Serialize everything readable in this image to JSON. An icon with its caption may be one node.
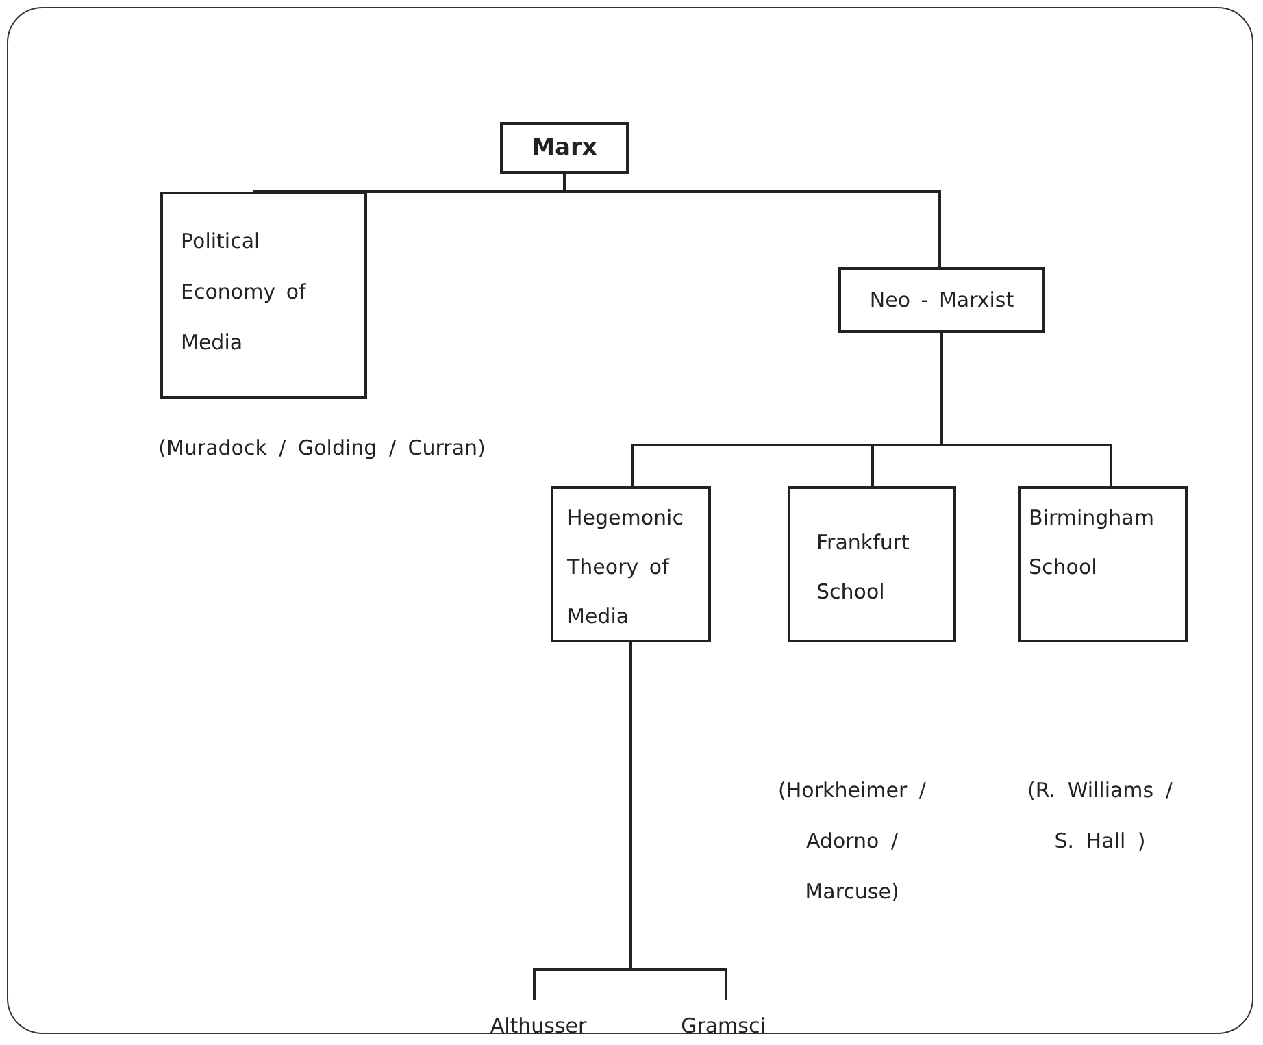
{
  "diagram": {
    "nodes": [
      {
        "text": [
          "Marx"
        ]
      },
      {
        "text": [
          "Political Economy of Media"
        ],
        "beside": [
          "(Muradock / Golding / Curran)"
        ]
      },
      {
        "text": [
          "Neo - Marxist"
        ]
      },
      {
        "text": [
          "Hegemonic Theory of Media"
        ]
      },
      {
        "text": [
          "Frankfurt School"
        ]
      },
      {
        "text": [
          "Birmingham School"
        ]
      },
      {
        "text": [
          "Althusser"
        ]
      },
      {
        "text": [
          "Gramsci"
        ]
      }
    ],
    "edges": [
      {
        "from": 0,
        "to": 1,
        "arrow": "none"
      },
      {
        "from": 0,
        "to": 2,
        "arrow": "none"
      },
      {
        "from": 2,
        "to": 3,
        "arrow": "none"
      },
      {
        "from": 2,
        "to": 4,
        "arrow": "none"
      },
      {
        "from": 2,
        "to": 5,
        "arrow": "none"
      },
      {
        "from": 3,
        "to": 6,
        "arrow": "none"
      },
      {
        "from": 3,
        "to": 7,
        "arrow": "none"
      }
    ],
    "labels": [
      "(Horkheimer / Adorno / Marcuse)",
      "(R. Williams / S. Hall )"
    ]
  }
}
